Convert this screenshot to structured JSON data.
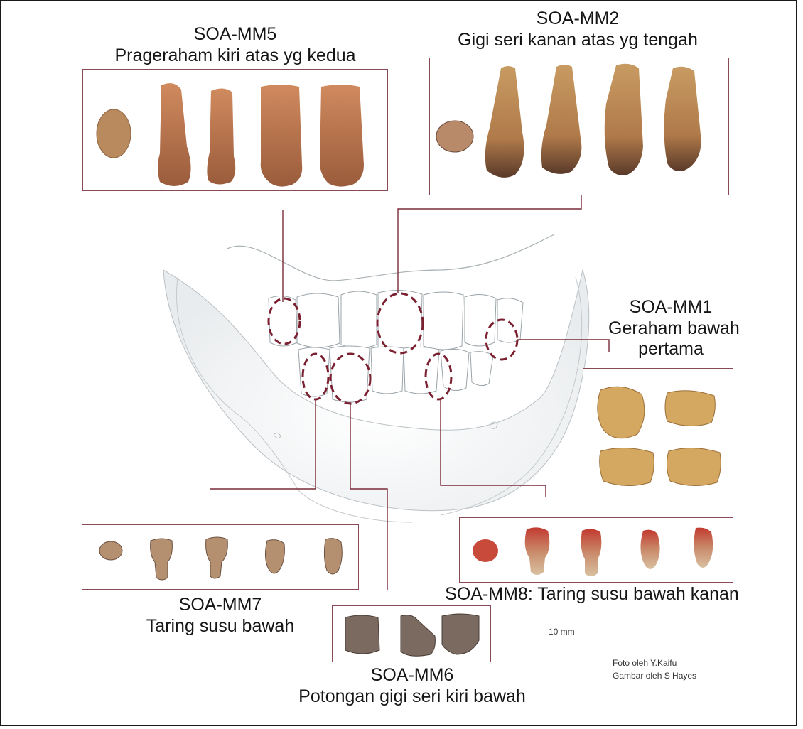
{
  "specimens": {
    "mm5": {
      "code": "SOA-MM5",
      "desc": "Prageraham kiri atas yg kedua"
    },
    "mm2": {
      "code": "SOA-MM2",
      "desc": "Gigi seri kanan atas yg tengah"
    },
    "mm1": {
      "code": "SOA-MM1",
      "desc_line1": "Geraham bawah",
      "desc_line2": "pertama"
    },
    "mm7": {
      "code": "SOA-MM7",
      "desc": "Taring susu bawah"
    },
    "mm8": {
      "label": "SOA-MM8: Taring susu bawah kanan"
    },
    "mm6": {
      "code": "SOA-MM6",
      "desc": "Potongan gigi seri kiri bawah"
    }
  },
  "scale_label": "10 mm",
  "credits": {
    "photo": "Foto oleh Y.Kaifu",
    "drawing": "Gambar oleh S Hayes"
  },
  "colors": {
    "leader_line": "#7a2a38",
    "circle": "#7a2030",
    "sketch": "#9aa3a8"
  }
}
